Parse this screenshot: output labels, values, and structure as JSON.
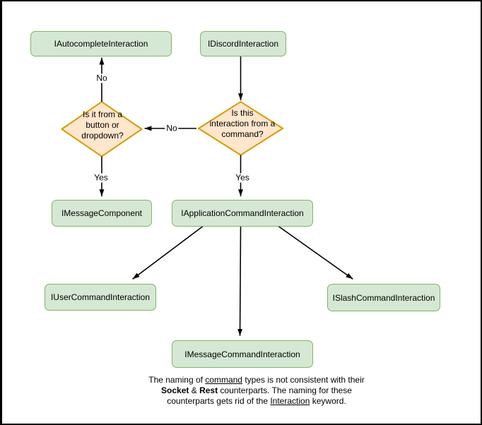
{
  "diagram": {
    "nodes": [
      {
        "id": "autocomplete",
        "label": "IAutocompleteInteraction"
      },
      {
        "id": "discord",
        "label": "IDiscordInteraction"
      },
      {
        "id": "message_component",
        "label": "IMessageComponent"
      },
      {
        "id": "application_command",
        "label": "IApplicationCommandInteraction"
      },
      {
        "id": "user_command",
        "label": "IUserCommandInteraction"
      },
      {
        "id": "slash_command",
        "label": "ISlashCommandInteraction"
      },
      {
        "id": "message_command",
        "label": "IMessageCommandInteraction"
      }
    ],
    "decisions": [
      {
        "id": "button_or_dropdown",
        "lines": [
          "Is it from a",
          "button or",
          "dropdown?"
        ]
      },
      {
        "id": "from_command",
        "lines": [
          "Is this",
          "interaction from a",
          "command?"
        ]
      }
    ],
    "edge_labels": {
      "no_up": "No",
      "no_horizontal": "No",
      "yes_left": "Yes",
      "yes_right": "Yes"
    },
    "colors": {
      "node_fill": "#d5e8d4",
      "node_border": "#82b366",
      "decision_fill": "#ffe6cc",
      "decision_border": "#d79b00",
      "arrow": "#000000",
      "background": "#ffffff",
      "frame_border": "#000000"
    },
    "footer": {
      "line1_pre": "The naming of ",
      "line1_underline": "command",
      "line1_post": " types is not consistent with their",
      "line2_bold1": "Socket",
      "line2_mid": " & ",
      "line2_bold2": "Rest",
      "line2_post": " counterparts. The naming for these",
      "line3_pre": "counterparts gets rid of the ",
      "line3_underline": "Interaction",
      "line3_post": " keyword."
    }
  }
}
